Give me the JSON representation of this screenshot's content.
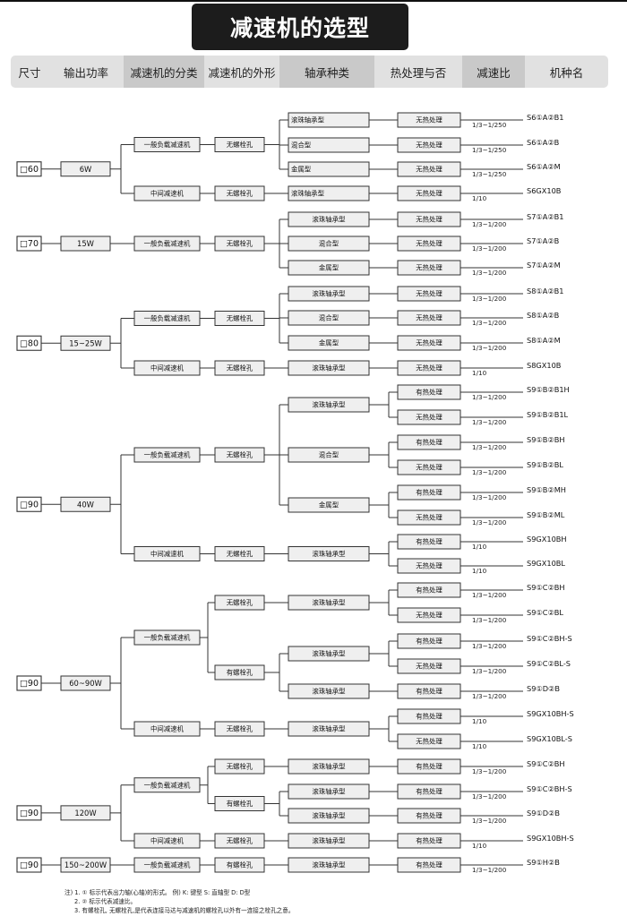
{
  "title": "减速机的选型",
  "header": [
    "尺寸",
    "输出功率",
    "减速机的分类",
    "减速机的外形",
    "轴承种类",
    "热处理与否",
    "减速比",
    "机种名"
  ],
  "notes": [
    "注) 1. ① 标示代表出力轴(心轴)的形式。 例) K: 键型 S: 直轴型 D: D型",
    "2. ② 标示代表减速比。",
    "3. 有螺栓孔, 无螺栓孔,是代表连接马达与减速机的螺栓孔以外有一连接之栓孔之意。"
  ],
  "sizes": [
    {
      "label": "□60",
      "power": "6W"
    },
    {
      "label": "□70",
      "power": "15W"
    },
    {
      "label": "□80",
      "power": "15~25W"
    },
    {
      "label": "□90",
      "power": "40W"
    },
    {
      "label": "□90",
      "power": "60~90W"
    },
    {
      "label": "□90",
      "power": "120W"
    },
    {
      "label": "□90",
      "power": "150~200W"
    }
  ],
  "categories": [
    {
      "group": 0,
      "text": "一般负载减速机"
    },
    {
      "group": 0,
      "text": "中间减速机"
    },
    {
      "group": 1,
      "text": "一般负载减速机"
    },
    {
      "group": 2,
      "text": "一般负载减速机"
    },
    {
      "group": 2,
      "text": "中间减速机"
    },
    {
      "group": 3,
      "text": "一般负载减速机"
    },
    {
      "group": 3,
      "text": "中间减速机"
    },
    {
      "group": 4,
      "text": "一般负载减速机"
    },
    {
      "group": 4,
      "text": "中间减速机"
    },
    {
      "group": 5,
      "text": "一般负载减速机"
    },
    {
      "group": 5,
      "text": "中间减速机"
    },
    {
      "group": 6,
      "text": "一般负载减速机"
    }
  ],
  "shapes": [
    {
      "cat": 0,
      "text": "无螺栓孔"
    },
    {
      "cat": 1,
      "text": "无螺栓孔"
    },
    {
      "cat": 2,
      "text": "无螺栓孔"
    },
    {
      "cat": 3,
      "text": "无螺栓孔"
    },
    {
      "cat": 4,
      "text": "无螺栓孔"
    },
    {
      "cat": 5,
      "text": "无螺栓孔"
    },
    {
      "cat": 6,
      "text": "无螺栓孔"
    },
    {
      "cat": 7,
      "text": "无螺栓孔"
    },
    {
      "cat": 7,
      "text": "有螺栓孔"
    },
    {
      "cat": 8,
      "text": "无螺栓孔"
    },
    {
      "cat": 9,
      "text": "无螺栓孔"
    },
    {
      "cat": 9,
      "text": "有螺栓孔"
    },
    {
      "cat": 10,
      "text": "无螺栓孔"
    },
    {
      "cat": 11,
      "text": "有螺栓孔"
    }
  ],
  "bearings": [
    {
      "shape": 0,
      "text": "滚珠轴承型",
      "align": "left"
    },
    {
      "shape": 0,
      "text": "混合型",
      "align": "left"
    },
    {
      "shape": 0,
      "text": "金属型",
      "align": "left"
    },
    {
      "shape": 1,
      "text": "滚珠轴承型",
      "align": "left"
    },
    {
      "shape": 2,
      "text": "滚珠轴承型"
    },
    {
      "shape": 2,
      "text": "混合型"
    },
    {
      "shape": 2,
      "text": "金属型"
    },
    {
      "shape": 3,
      "text": "滚珠轴承型"
    },
    {
      "shape": 3,
      "text": "混合型"
    },
    {
      "shape": 3,
      "text": "金属型"
    },
    {
      "shape": 4,
      "text": "滚珠轴承型"
    },
    {
      "shape": 5,
      "text": "滚珠轴承型"
    },
    {
      "shape": 5,
      "text": "混合型"
    },
    {
      "shape": 5,
      "text": "金属型"
    },
    {
      "shape": 6,
      "text": "滚珠轴承型"
    },
    {
      "shape": 7,
      "text": "滚珠轴承型"
    },
    {
      "shape": 8,
      "text": "滚珠轴承型"
    },
    {
      "shape": 8,
      "text": "滚珠轴承型"
    },
    {
      "shape": 9,
      "text": "滚珠轴承型"
    },
    {
      "shape": 10,
      "text": "滚珠轴承型"
    },
    {
      "shape": 11,
      "text": "滚珠轴承型"
    },
    {
      "shape": 11,
      "text": "滚珠轴承型"
    },
    {
      "shape": 12,
      "text": "滚珠轴承型"
    },
    {
      "shape": 13,
      "text": "滚珠轴承型"
    }
  ],
  "rows": [
    {
      "bearing": 0,
      "heat": "无热处理",
      "ratio": "1/3~1/250",
      "model": "S6①A②B1"
    },
    {
      "bearing": 1,
      "heat": "无热处理",
      "ratio": "1/3~1/250",
      "model": "S6①A②B"
    },
    {
      "bearing": 2,
      "heat": "无热处理",
      "ratio": "1/3~1/250",
      "model": "S6①A②M"
    },
    {
      "bearing": 3,
      "heat": "无热处理",
      "ratio": "1/10",
      "model": "S6GX10B"
    },
    {
      "bearing": 4,
      "heat": "无热处理",
      "ratio": "1/3~1/200",
      "model": "S7①A②B1"
    },
    {
      "bearing": 5,
      "heat": "无热处理",
      "ratio": "1/3~1/200",
      "model": "S7①A②B"
    },
    {
      "bearing": 6,
      "heat": "无热处理",
      "ratio": "1/3~1/200",
      "model": "S7①A②M"
    },
    {
      "bearing": 7,
      "heat": "无热处理",
      "ratio": "1/3~1/200",
      "model": "S8①A②B1"
    },
    {
      "bearing": 8,
      "heat": "无热处理",
      "ratio": "1/3~1/200",
      "model": "S8①A②B"
    },
    {
      "bearing": 9,
      "heat": "无热处理",
      "ratio": "1/3~1/200",
      "model": "S8①A②M"
    },
    {
      "bearing": 10,
      "heat": "无热处理",
      "ratio": "1/10",
      "model": "S8GX10B"
    },
    {
      "bearing": 11,
      "heat": "有热处理",
      "ratio": "1/3~1/200",
      "model": "S9①B②B1H"
    },
    {
      "bearing": 11,
      "heat": "无热处理",
      "ratio": "1/3~1/200",
      "model": "S9①B②B1L"
    },
    {
      "bearing": 12,
      "heat": "有热处理",
      "ratio": "1/3~1/200",
      "model": "S9①B②BH"
    },
    {
      "bearing": 12,
      "heat": "无热处理",
      "ratio": "1/3~1/200",
      "model": "S9①B②BL"
    },
    {
      "bearing": 13,
      "heat": "有热处理",
      "ratio": "1/3~1/200",
      "model": "S9①B②MH"
    },
    {
      "bearing": 13,
      "heat": "无热处理",
      "ratio": "1/3~1/200",
      "model": "S9①B②ML"
    },
    {
      "bearing": 14,
      "heat": "有热处理",
      "ratio": "1/10",
      "model": "S9GX10BH"
    },
    {
      "bearing": 14,
      "heat": "无热处理",
      "ratio": "1/10",
      "model": "S9GX10BL"
    },
    {
      "bearing": 15,
      "heat": "有热处理",
      "ratio": "1/3~1/200",
      "model": "S9①C②BH"
    },
    {
      "bearing": 15,
      "heat": "无热处理",
      "ratio": "1/3~1/200",
      "model": "S9①C②BL"
    },
    {
      "bearing": 16,
      "heat": "有热处理",
      "ratio": "1/3~1/200",
      "model": "S9①C②BH-S"
    },
    {
      "bearing": 16,
      "heat": "无热处理",
      "ratio": "1/3~1/200",
      "model": "S9①C②BL-S"
    },
    {
      "bearing": 17,
      "heat": "有热处理",
      "ratio": "1/3~1/200",
      "model": "S9①D②B"
    },
    {
      "bearing": 18,
      "heat": "有热处理",
      "ratio": "1/10",
      "model": "S9GX10BH-S"
    },
    {
      "bearing": 18,
      "heat": "无热处理",
      "ratio": "1/10",
      "model": "S9GX10BL-S"
    },
    {
      "bearing": 19,
      "heat": "有热处理",
      "ratio": "1/3~1/200",
      "model": "S9①C②BH"
    },
    {
      "bearing": 20,
      "heat": "有热处理",
      "ratio": "1/3~1/200",
      "model": "S9①C②BH-S"
    },
    {
      "bearing": 21,
      "heat": "有热处理",
      "ratio": "1/3~1/200",
      "model": "S9①D②B"
    },
    {
      "bearing": 22,
      "heat": "有热处理",
      "ratio": "1/10",
      "model": "S9GX10BH-S"
    },
    {
      "bearing": 23,
      "heat": "有热处理",
      "ratio": "1/3~1/200",
      "model": "S9①H②B"
    }
  ]
}
